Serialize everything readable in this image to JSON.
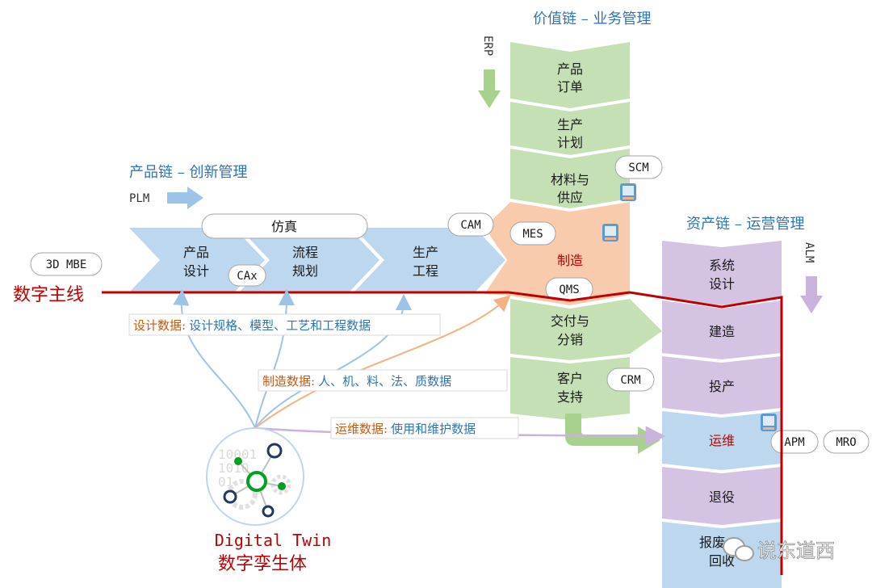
{
  "colors": {
    "accent_blue": "#2e75b6",
    "product_chain": "#bdd7ee",
    "value_chain": "#c5e0b4",
    "asset_chain": "#d5c3e3",
    "manufacture": "#f8cbad",
    "digital_thread": "#c00000",
    "data_note": "#c55a11"
  },
  "titles": {
    "value_chain": "价值链 – 业务管理",
    "product_chain": "产品链 – 创新管理",
    "asset_chain": "资产链 – 运营管理"
  },
  "side_labels": {
    "erp": "ERP",
    "plm": "PLM",
    "alm": "ALM"
  },
  "product_chain": {
    "simulation": "仿真",
    "steps": [
      {
        "line1": "产品",
        "line2": "设计"
      },
      {
        "line1": "流程",
        "line2": "规划"
      },
      {
        "line1": "生产",
        "line2": "工程"
      }
    ],
    "cax": "CAx",
    "cam": "CAM"
  },
  "value_chain": {
    "steps": [
      {
        "line1": "产品",
        "line2": "订单"
      },
      {
        "line1": "生产",
        "line2": "计划"
      },
      {
        "line1": "材料与",
        "line2": "供应"
      }
    ],
    "manufacture": "制造",
    "delivery": {
      "line1": "交付与",
      "line2": "分销"
    },
    "support": {
      "line1": "客户",
      "line2": "支持"
    },
    "scm": "SCM",
    "mes": "MES",
    "qms": "QMS",
    "crm": "CRM"
  },
  "asset_chain": {
    "design": {
      "line1": "系统",
      "line2": "设计"
    },
    "build": "建造",
    "commission": "投产",
    "operate": "运维",
    "retire": "退役",
    "recycle": {
      "line1": "报废",
      "line2": "回收"
    },
    "apm": "APM",
    "mro": "MRO"
  },
  "thread": {
    "mbe": "3D MBE",
    "label": "数字主线"
  },
  "data_notes": {
    "design": {
      "prefix": "设计数据:",
      "text": "设计规格、模型、工艺和工程数据"
    },
    "manufacture": {
      "prefix": "制造数据:",
      "text": "人、机、料、法、质数据"
    },
    "operation": {
      "prefix": "运维数据:",
      "text": "使用和维护数据"
    }
  },
  "twin": {
    "en": "Digital Twin",
    "zh": "数字孪生体",
    "binary": [
      "10001",
      "1010",
      "01"
    ]
  },
  "watermark": "说东道西"
}
